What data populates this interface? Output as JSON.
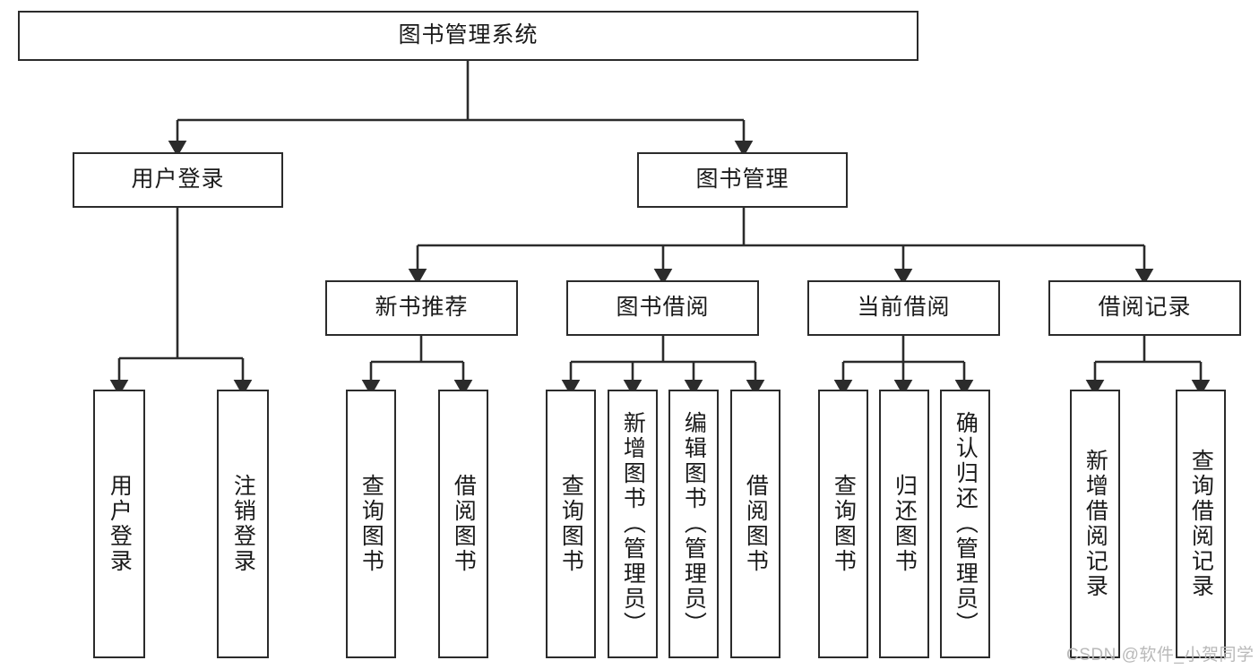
{
  "diagram": {
    "title": "图书管理系统",
    "type": "tree-hierarchy-chart",
    "orientation": "top-down",
    "colors": {
      "stroke": "#2b2b2b",
      "fill": "#ffffff",
      "text": "#1a1a1a",
      "watermark": "#b9b9b9"
    },
    "root": {
      "label": "图书管理系统"
    },
    "level2": [
      {
        "id": "user-login",
        "label": "用户登录"
      },
      {
        "id": "book-management",
        "label": "图书管理"
      }
    ],
    "level3": [
      {
        "id": "new-book-recommend",
        "label": "新书推荐",
        "parent": "book-management"
      },
      {
        "id": "book-borrow",
        "label": "图书借阅",
        "parent": "book-management"
      },
      {
        "id": "current-borrow",
        "label": "当前借阅",
        "parent": "book-management"
      },
      {
        "id": "borrow-record",
        "label": "借阅记录",
        "parent": "book-management"
      }
    ],
    "leaves": [
      {
        "id": "leaf-user-login",
        "label": "用户登录",
        "parent": "user-login"
      },
      {
        "id": "leaf-logout-login",
        "label": "注销登录",
        "parent": "user-login"
      },
      {
        "id": "leaf-query-book-1",
        "label": "查询图书",
        "parent": "new-book-recommend"
      },
      {
        "id": "leaf-borrow-book-1",
        "label": "借阅图书",
        "parent": "new-book-recommend"
      },
      {
        "id": "leaf-query-book-2",
        "label": "查询图书",
        "parent": "book-borrow"
      },
      {
        "id": "leaf-add-book",
        "label": "新增图书（管理员）",
        "parent": "book-borrow"
      },
      {
        "id": "leaf-edit-book",
        "label": "编辑图书（管理员）",
        "parent": "book-borrow"
      },
      {
        "id": "leaf-borrow-book-2",
        "label": "借阅图书",
        "parent": "book-borrow"
      },
      {
        "id": "leaf-query-book-3",
        "label": "查询图书",
        "parent": "current-borrow"
      },
      {
        "id": "leaf-return-book",
        "label": "归还图书",
        "parent": "current-borrow"
      },
      {
        "id": "leaf-confirm-return",
        "label": "确认归还（管理员）",
        "parent": "current-borrow"
      },
      {
        "id": "leaf-add-record",
        "label": "新增借阅记录",
        "parent": "borrow-record"
      },
      {
        "id": "leaf-query-record",
        "label": "查询借阅记录",
        "parent": "borrow-record"
      }
    ],
    "watermark": "CSDN @软件_小贺同学"
  }
}
